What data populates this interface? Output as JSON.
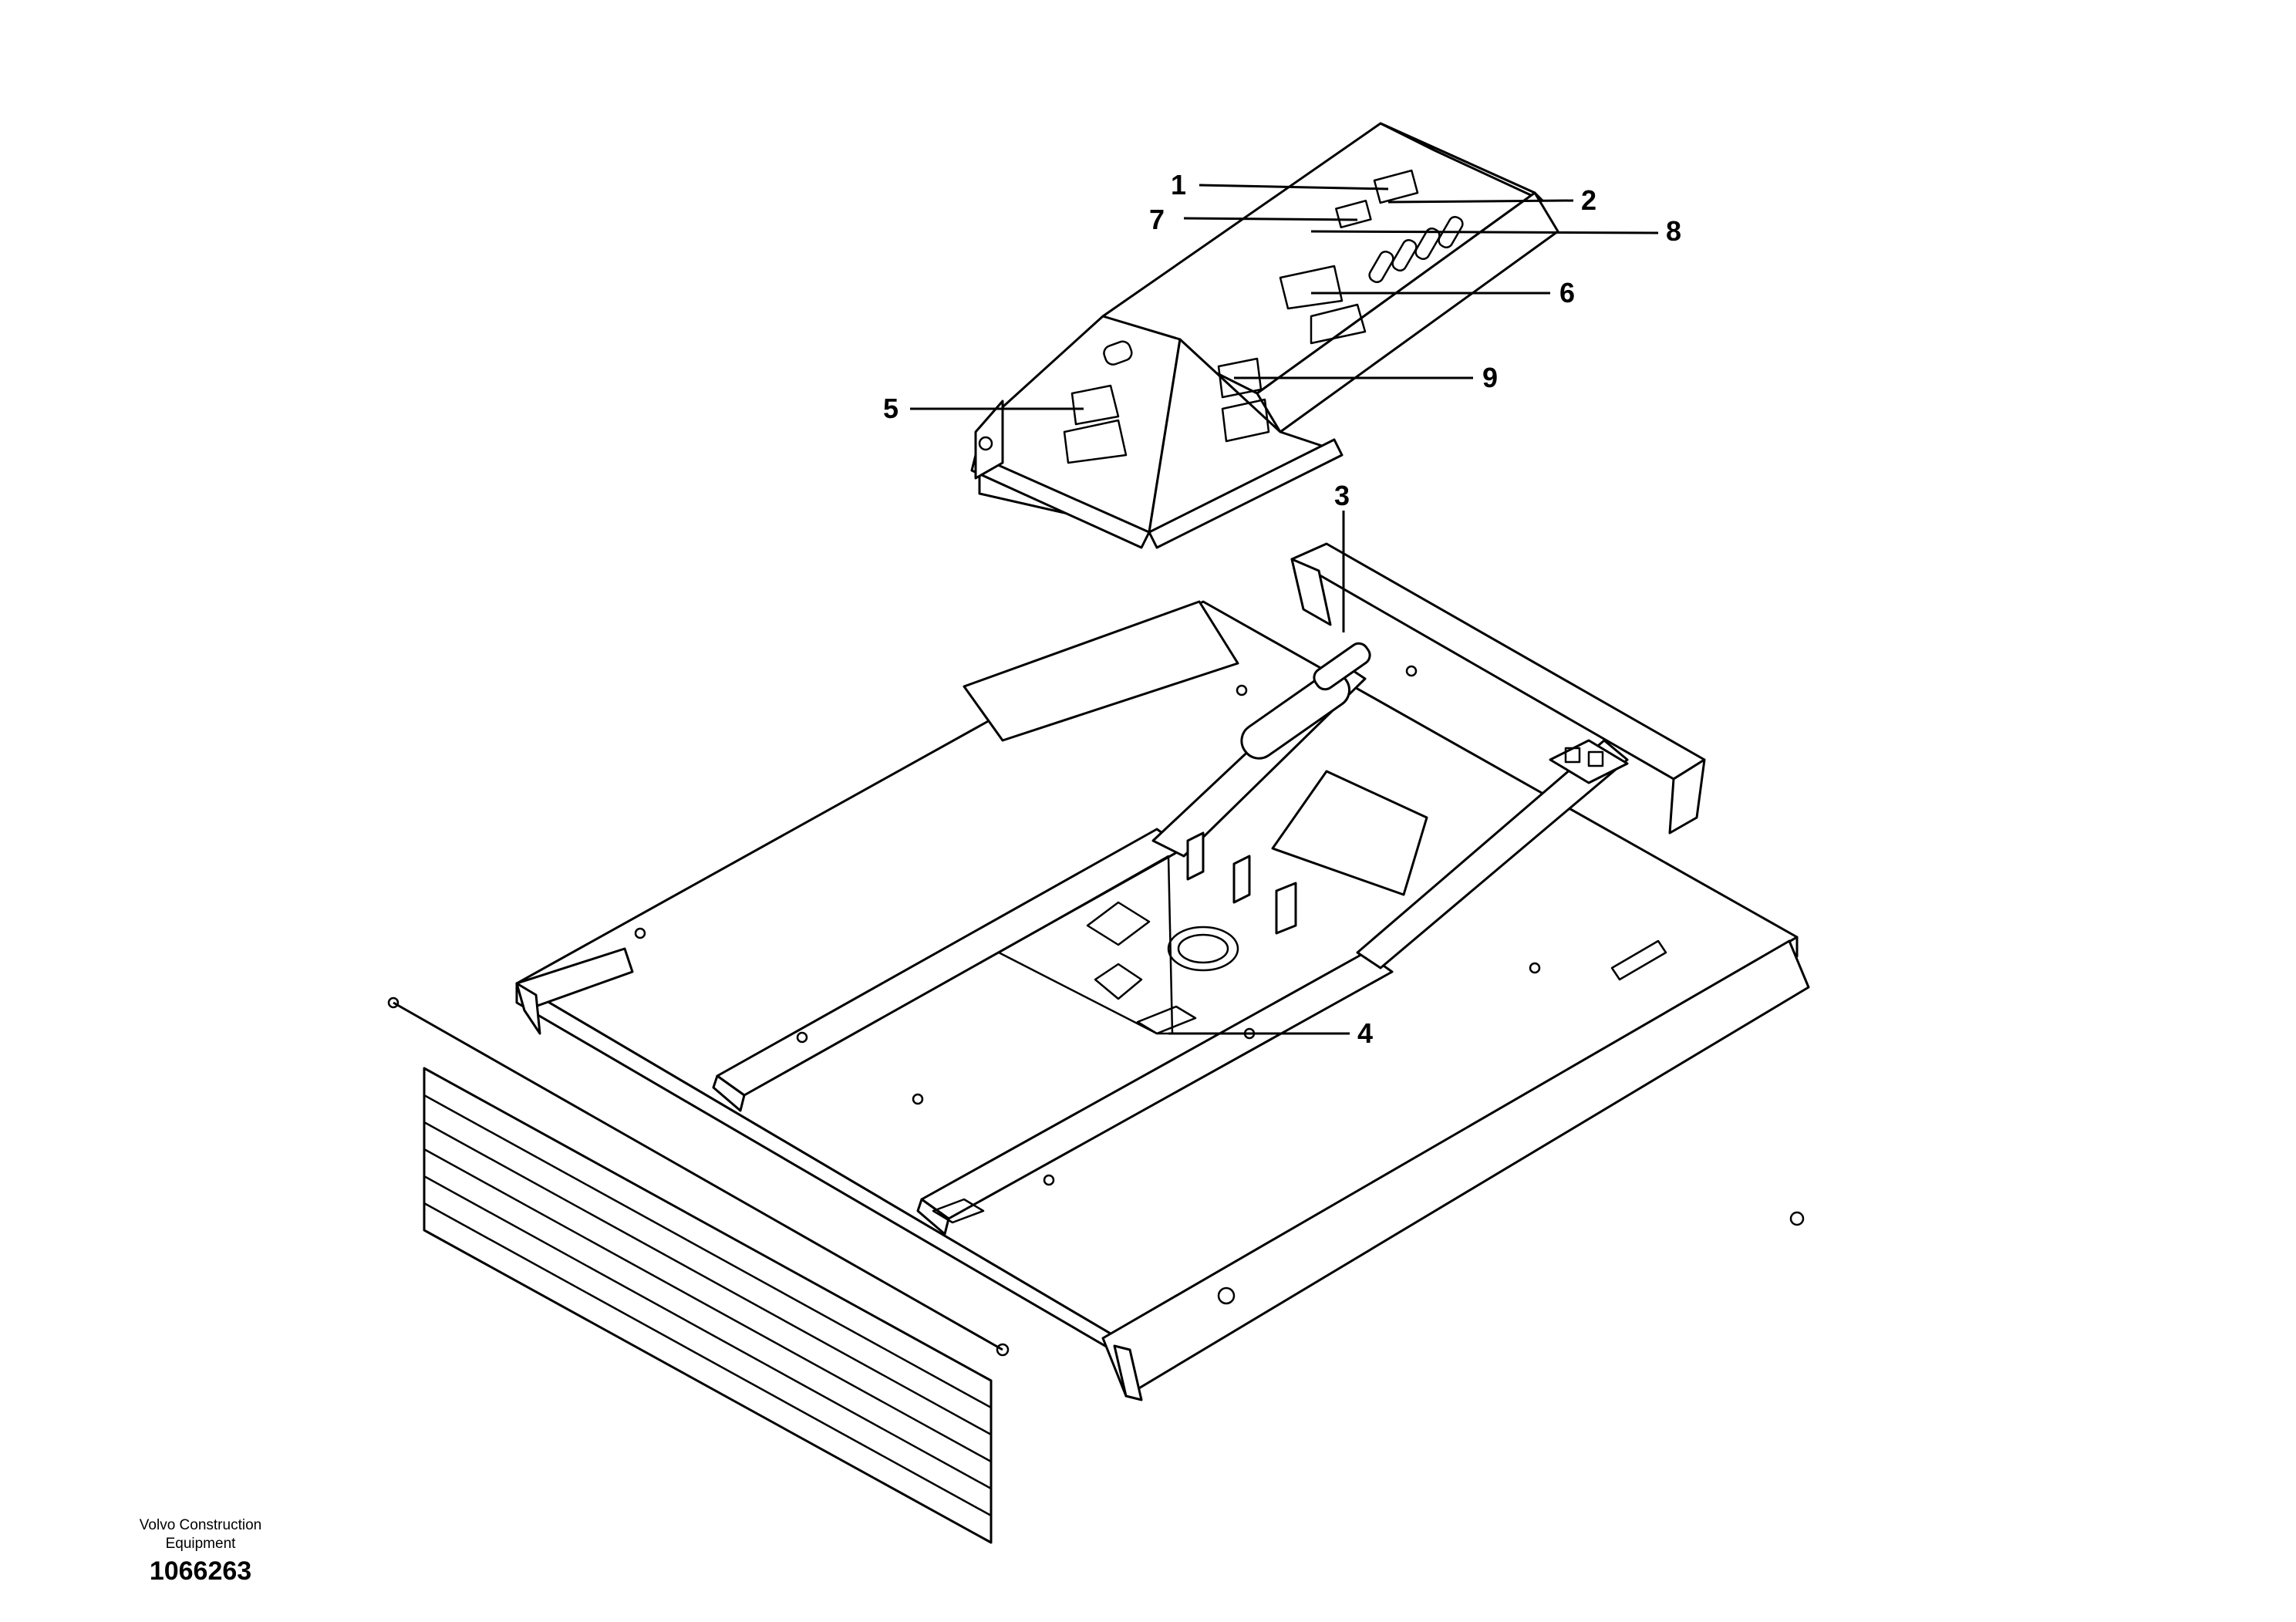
{
  "callouts": {
    "c1": "1",
    "c2": "2",
    "c3": "3",
    "c4": "4",
    "c5": "5",
    "c6": "6",
    "c7": "7",
    "c8": "8",
    "c9": "9"
  },
  "footer": {
    "brand_line1": "Volvo Construction",
    "brand_line2": "Equipment",
    "drawing_number": "1066263"
  }
}
